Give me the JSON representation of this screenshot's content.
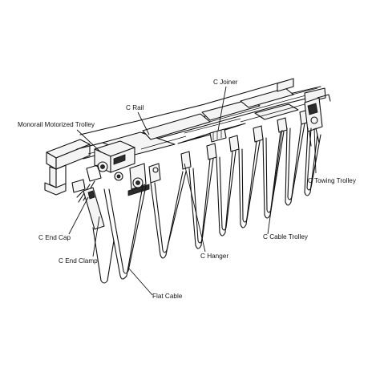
{
  "labels": {
    "c_joiner": "C Joiner",
    "c_rail": "C Rail",
    "monorail_motorized_trolley": "Monorail Motorized Trolley",
    "c_towing_trolley": "C Towing Trolley",
    "c_end_cap": "C End Cap",
    "c_cable_trolley": "C Cable Trolley",
    "c_hanger": "C Hanger",
    "c_end_clamp": "C End Clamp",
    "flat_cable": "Flat Cable"
  },
  "colors": {
    "ink": "#111111",
    "background": "#ffffff",
    "fill_dark": "#2b2b2b",
    "fill_light": "#f4f4f4"
  }
}
